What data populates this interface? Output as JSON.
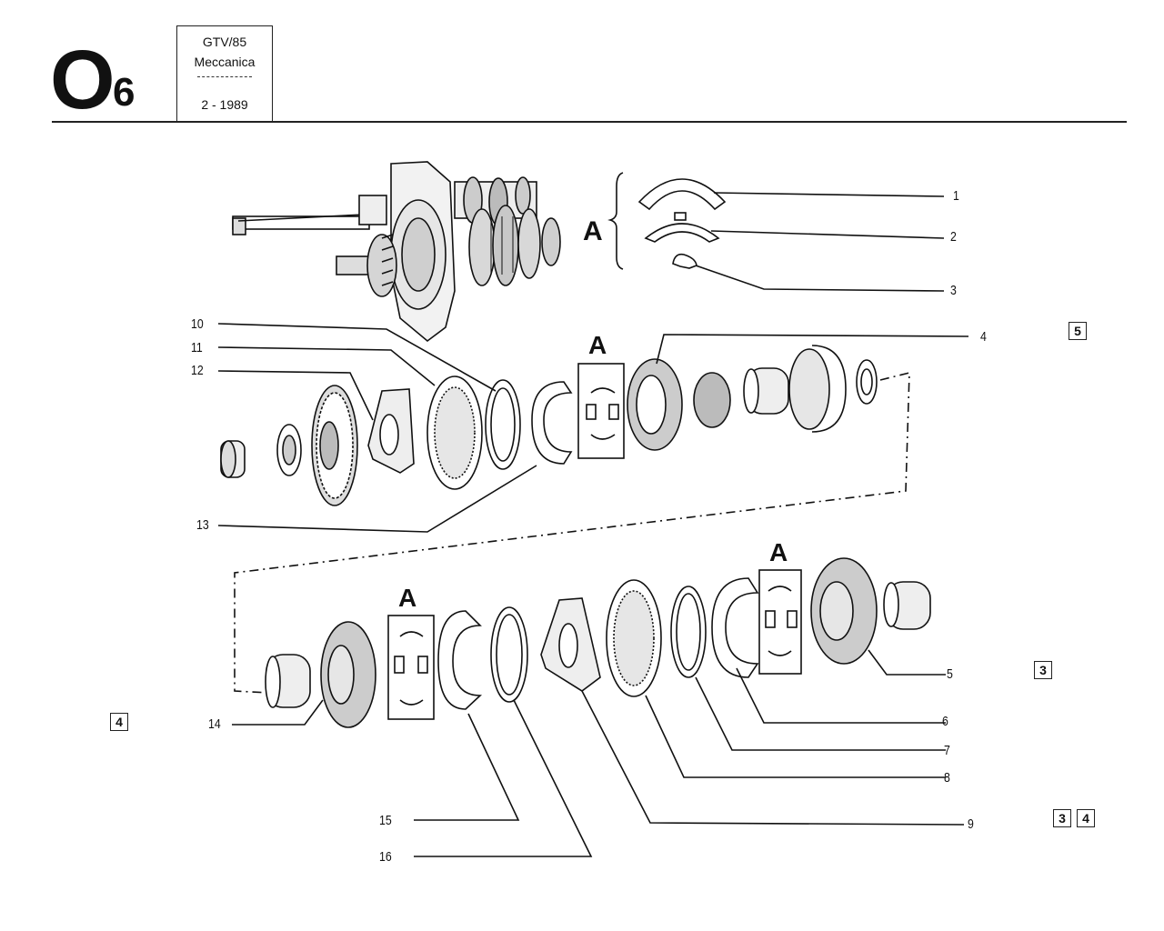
{
  "header": {
    "section_letter": "O",
    "section_number": "6",
    "model": "GTV/85",
    "category": "Meccanica",
    "date": "2 - 1989"
  },
  "detail_label": "A",
  "callouts": {
    "c1": "1",
    "c2": "2",
    "c3": "3",
    "c4": "4",
    "c5": "5",
    "c6": "6",
    "c7": "7",
    "c8": "8",
    "c9": "9",
    "c10": "10",
    "c11": "11",
    "c12": "12",
    "c13": "13",
    "c14": "14",
    "c15": "15",
    "c16": "16"
  },
  "page_refs": {
    "r5": "5",
    "r3": "3",
    "r4": "4",
    "r34a": "3",
    "r34b": "4"
  },
  "colors": {
    "ink": "#111111",
    "paper": "#ffffff"
  }
}
